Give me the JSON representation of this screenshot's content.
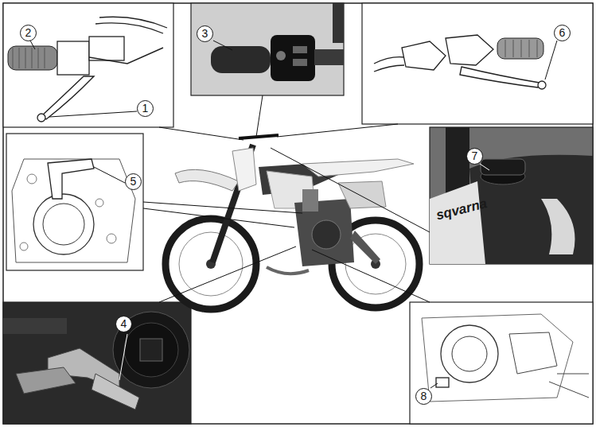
{
  "diagram": {
    "labels": [
      "1",
      "2",
      "3",
      "4",
      "5",
      "6",
      "7",
      "8",
      "sqvarna"
    ]
  }
}
